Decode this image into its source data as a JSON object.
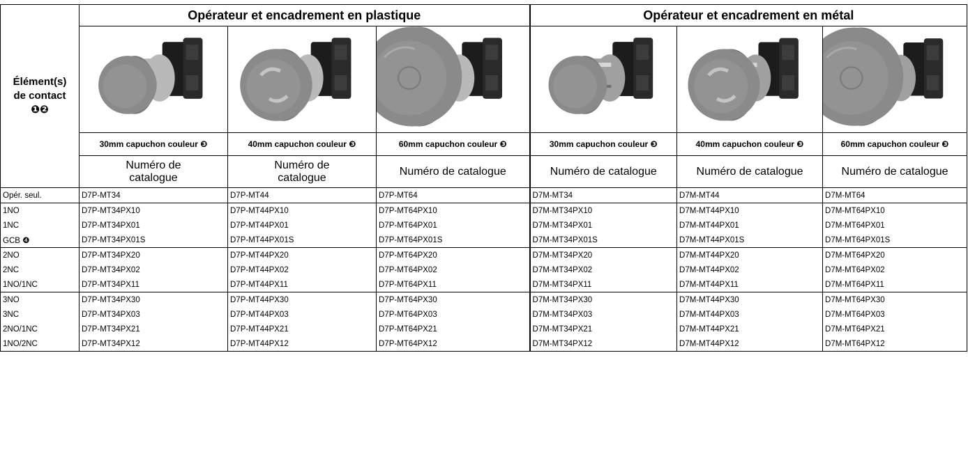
{
  "header": {
    "groups": [
      "Opérateur et encadrement en plastique",
      "Opérateur et encadrement en métal"
    ],
    "contact_label_lines": [
      "Élément(s)",
      "de contact",
      "❶❷"
    ],
    "caps": [
      "30mm capuchon couleur ❸",
      "40mm capuchon couleur ❸",
      "60mm capuchon couleur ❸",
      "30mm capuchon couleur ❸",
      "40mm capuchon couleur ❸",
      "60mm capuchon couleur ❸"
    ],
    "catalog": [
      "Numéro de\ncatalogue",
      "Numéro de\ncatalogue",
      "Numéro de catalogue",
      "Numéro de catalogue",
      "Numéro de catalogue",
      "Numéro de catalogue"
    ]
  },
  "rows": [
    {
      "contact": "Opér. seul.",
      "values": [
        "D7P-MT34",
        "D7P-MT44",
        "D7P-MT64",
        "D7M-MT34",
        "D7M-MT44",
        "D7M-MT64"
      ]
    },
    {
      "contact": "1NO",
      "values": [
        "D7P-MT34PX10",
        "D7P-MT44PX10",
        "D7P-MT64PX10",
        "D7M-MT34PX10",
        "D7M-MT44PX10",
        "D7M-MT64PX10"
      ]
    },
    {
      "contact": "1NC",
      "values": [
        "D7P-MT34PX01",
        "D7P-MT44PX01",
        "D7P-MT64PX01",
        "D7M-MT34PX01",
        "D7M-MT44PX01",
        "D7M-MT64PX01"
      ]
    },
    {
      "contact": "GCB ❹",
      "values": [
        "D7P-MT34PX01S",
        "D7P-MT44PX01S",
        "D7P-MT64PX01S",
        "D7M-MT34PX01S",
        "D7M-MT44PX01S",
        "D7M-MT64PX01S"
      ]
    },
    {
      "contact": "2NO",
      "values": [
        "D7P-MT34PX20",
        "D7P-MT44PX20",
        "D7P-MT64PX20",
        "D7M-MT34PX20",
        "D7M-MT44PX20",
        "D7M-MT64PX20"
      ]
    },
    {
      "contact": "2NC",
      "values": [
        "D7P-MT34PX02",
        "D7P-MT44PX02",
        "D7P-MT64PX02",
        "D7M-MT34PX02",
        "D7M-MT44PX02",
        "D7M-MT64PX02"
      ]
    },
    {
      "contact": "1NO/1NC",
      "values": [
        "D7P-MT34PX11",
        "D7P-MT44PX11",
        "D7P-MT64PX11",
        "D7M-MT34PX11",
        "D7M-MT44PX11",
        "D7M-MT64PX11"
      ]
    },
    {
      "contact": "3NO",
      "values": [
        "D7P-MT34PX30",
        "D7P-MT44PX30",
        "D7P-MT64PX30",
        "D7M-MT34PX30",
        "D7M-MT44PX30",
        "D7M-MT64PX30"
      ]
    },
    {
      "contact": "3NC",
      "values": [
        "D7P-MT34PX03",
        "D7P-MT44PX03",
        "D7P-MT64PX03",
        "D7M-MT34PX03",
        "D7M-MT44PX03",
        "D7M-MT64PX03"
      ]
    },
    {
      "contact": "2NO/1NC",
      "values": [
        "D7P-MT34PX21",
        "D7P-MT44PX21",
        "D7P-MT64PX21",
        "D7M-MT34PX21",
        "D7M-MT44PX21",
        "D7M-MT64PX21"
      ]
    },
    {
      "contact": "1NO/2NC",
      "values": [
        "D7P-MT34PX12",
        "D7P-MT44PX12",
        "D7P-MT64PX12",
        "D7M-MT34PX12",
        "D7M-MT44PX12",
        "D7M-MT64PX12"
      ]
    }
  ],
  "images": [
    {
      "name": "plastic-30mm-button-image",
      "cap": 30,
      "finish": "plastic"
    },
    {
      "name": "plastic-40mm-button-image",
      "cap": 40,
      "finish": "plastic"
    },
    {
      "name": "plastic-60mm-button-image",
      "cap": 60,
      "finish": "plastic"
    },
    {
      "name": "metal-30mm-button-image",
      "cap": 30,
      "finish": "metal"
    },
    {
      "name": "metal-40mm-button-image",
      "cap": 40,
      "finish": "metal"
    },
    {
      "name": "metal-60mm-button-image",
      "cap": 60,
      "finish": "metal"
    }
  ],
  "colors": {
    "cap": "#8a8a8a",
    "body": "#1c1c1c",
    "plastic_collar": "#b9b9b9",
    "metal_collar": "#a0a0a0"
  }
}
